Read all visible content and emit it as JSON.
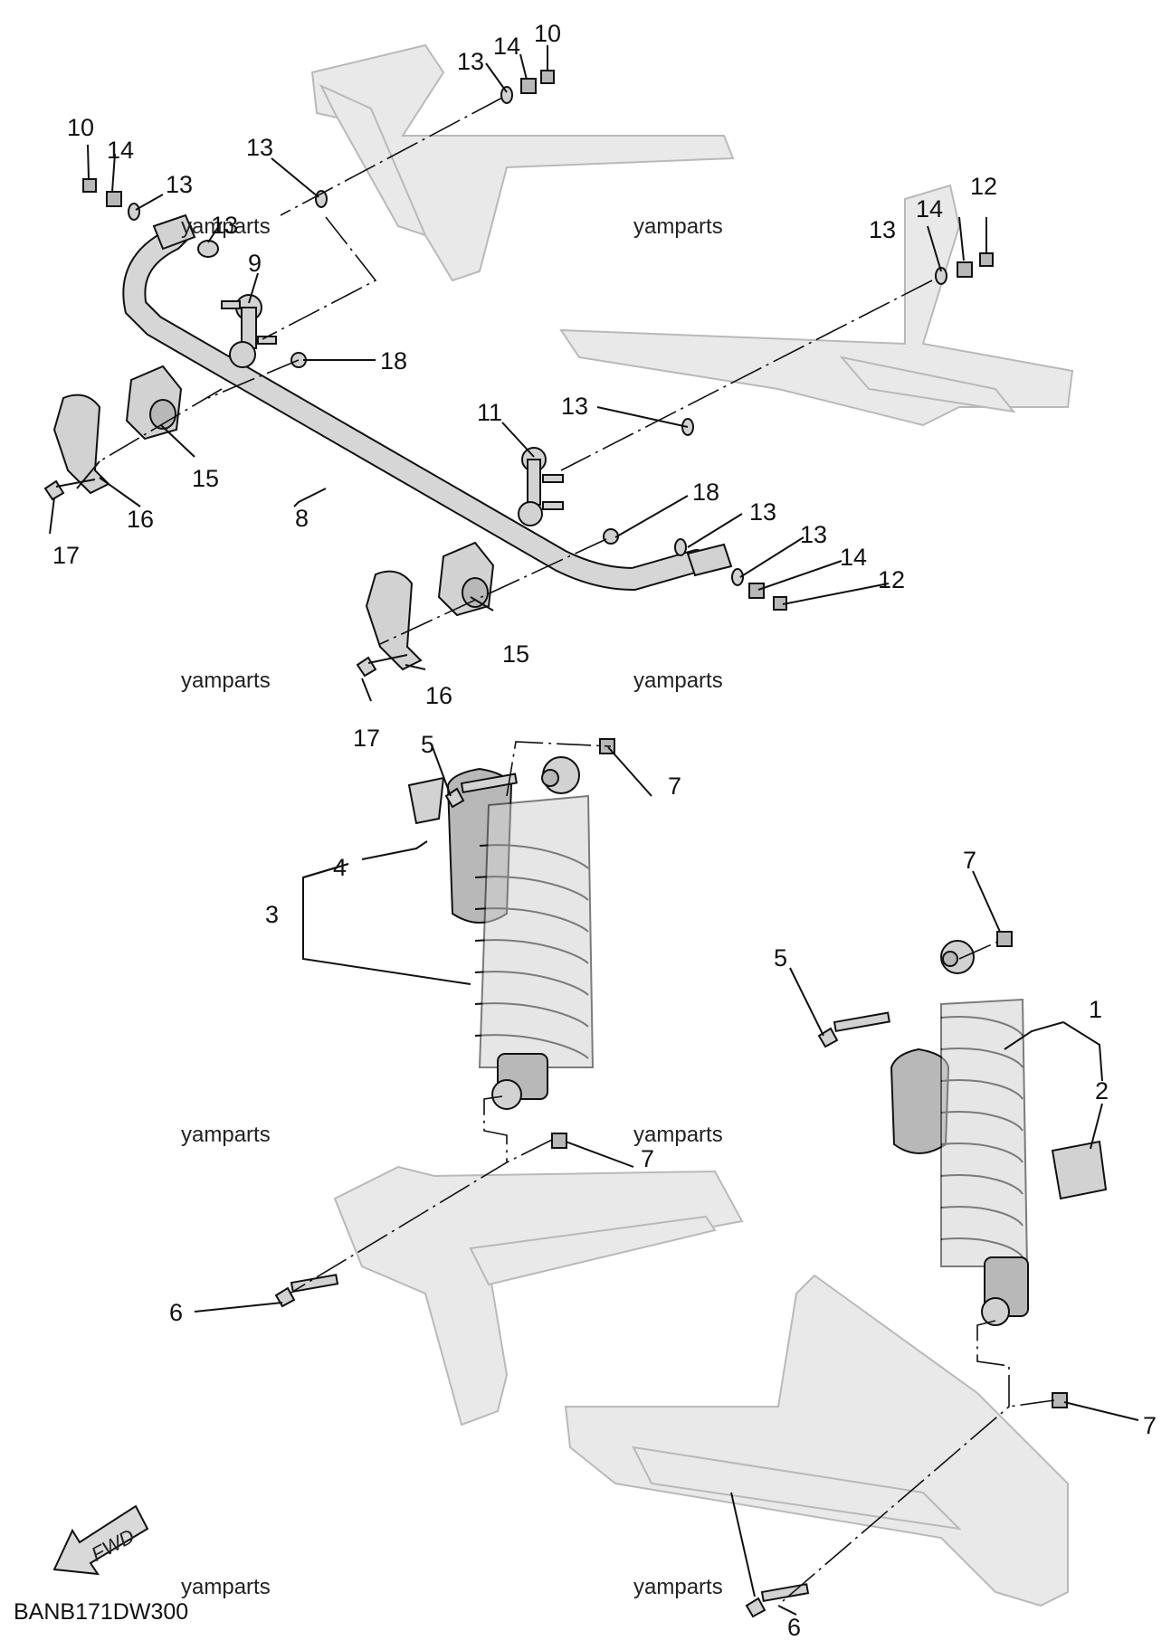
{
  "diagram": {
    "code": "BANB171DW300",
    "fwd_label": "FWD",
    "watermark": "yamparts",
    "callouts": {
      "c1": "1",
      "c2": "2",
      "c3": "3",
      "c4": "4",
      "c5a": "5",
      "c5b": "5",
      "c6a": "6",
      "c6b": "6",
      "c7a": "7",
      "c7b": "7",
      "c7c": "7",
      "c7d": "7",
      "c8": "8",
      "c9": "9",
      "c10a": "10",
      "c10b": "10",
      "c11": "11",
      "c12a": "12",
      "c12b": "12",
      "c13a": "13",
      "c13b": "13",
      "c13c": "13",
      "c13d": "13",
      "c13e": "13",
      "c13f": "13",
      "c13g": "13",
      "c13h": "13",
      "c14a": "14",
      "c14b": "14",
      "c14c": "14",
      "c14d": "14",
      "c15a": "15",
      "c15b": "15",
      "c16a": "16",
      "c16b": "16",
      "c17a": "17",
      "c17b": "17",
      "c18a": "18",
      "c18b": "18"
    }
  }
}
